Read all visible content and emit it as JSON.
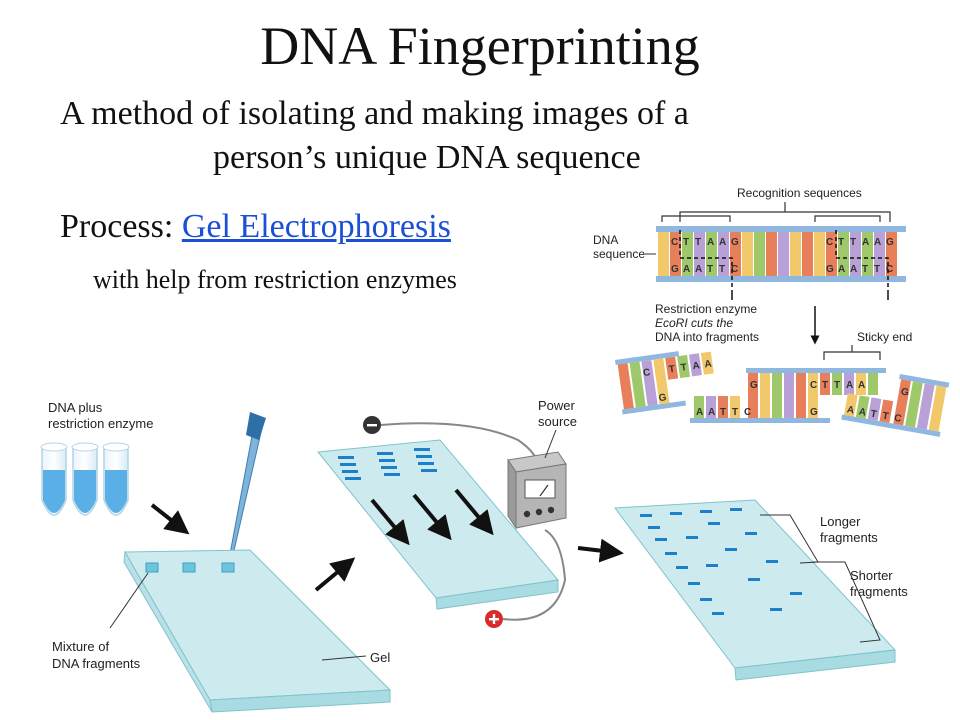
{
  "slide": {
    "title": "DNA Fingerprinting",
    "subtitle_line1": "A method of isolating and making images of a",
    "subtitle_line2": "person’s unique DNA sequence",
    "process_label": "Process: ",
    "process_link": "Gel Electrophoresis",
    "with_help": "with help from restriction enzymes"
  },
  "restriction_diagram": {
    "recognition_sequences": "Recognition sequences",
    "dna_label": "DNA",
    "sequence_label": "sequence",
    "enzyme_line1": "Restriction enzyme",
    "enzyme_line2": "EcoRI cuts the",
    "enzyme_line3": "DNA into fragments",
    "sticky_end": "Sticky end",
    "top_bases": [
      "C",
      "T",
      "T",
      "A",
      "A",
      "G"
    ],
    "bottom_bases": [
      "G",
      "A",
      "A",
      "T",
      "T",
      "C"
    ],
    "frag_top_left": [
      "C",
      "T",
      "T",
      "A",
      "A"
    ],
    "frag_left_bottom": "G",
    "frag_mid_top_left": "G",
    "frag_mid_bottom": [
      "A",
      "A",
      "T",
      "T",
      "C"
    ],
    "frag_mid_top": [
      "C",
      "T",
      "T",
      "A",
      "A"
    ],
    "frag_mid_g": "G",
    "frag_right_top": "G",
    "frag_right_bottom": [
      "A",
      "A",
      "T",
      "T",
      "C"
    ]
  },
  "gel_diagram": {
    "dna_plus_line1": "DNA plus",
    "dna_plus_line2": "restriction enzyme",
    "power_line1": "Power",
    "power_line2": "source",
    "longer_line1": "Longer",
    "longer_line2": "fragments",
    "shorter_line1": "Shorter",
    "shorter_line2": "fragments",
    "mixture_line1": "Mixture of",
    "mixture_line2": "DNA fragments",
    "gel_label": "Gel"
  },
  "colors": {
    "gel_light": "#cdebef",
    "gel_mid": "#a9dbe2",
    "gel_edge": "#7fc3cd",
    "band": "#1b7fc9",
    "link": "#1a4fd6",
    "negative": "#333333",
    "positive": "#d92b2b"
  }
}
